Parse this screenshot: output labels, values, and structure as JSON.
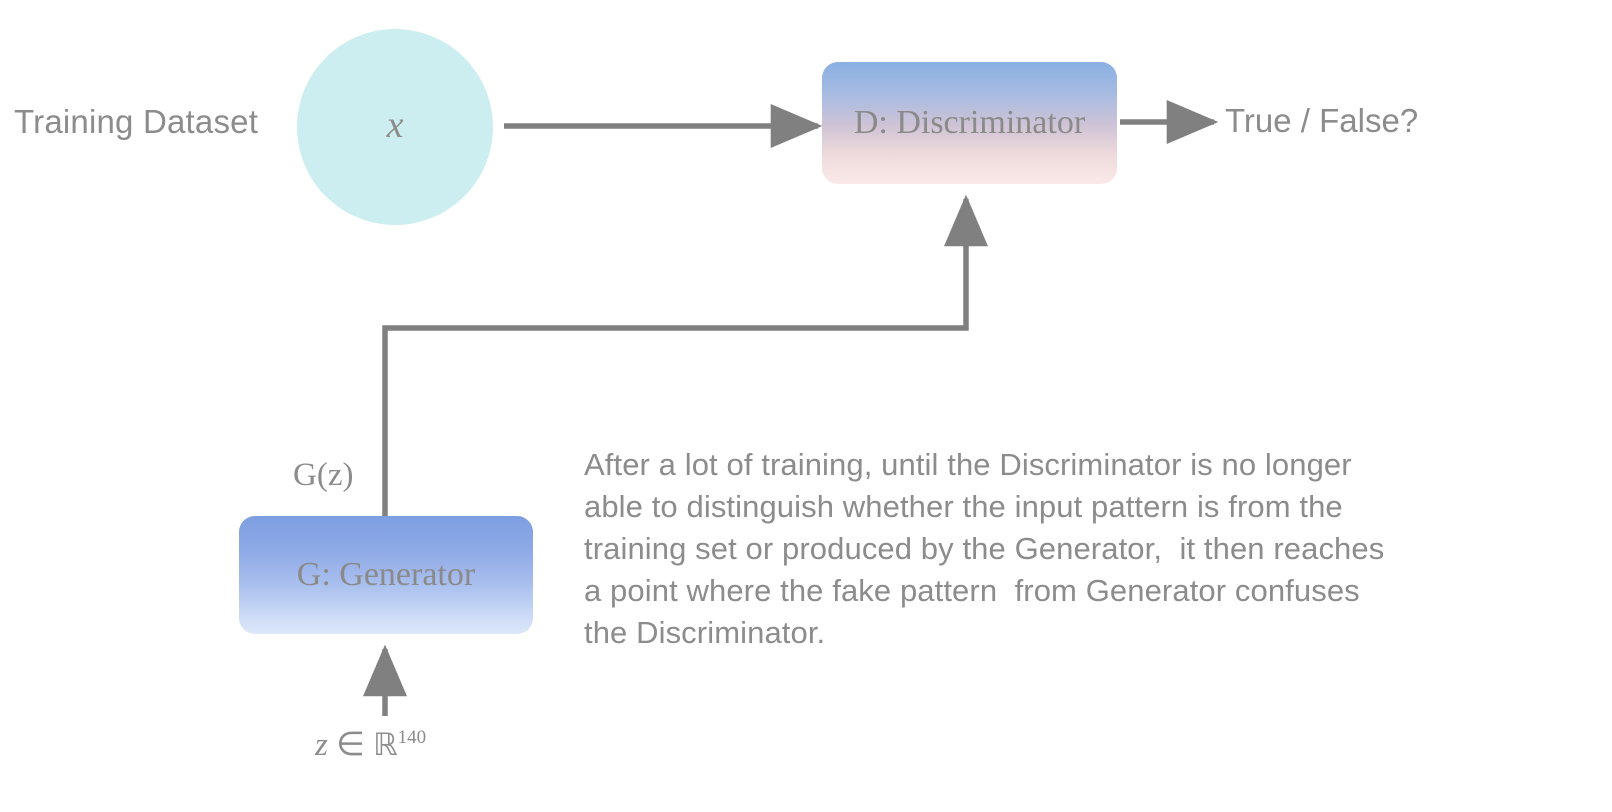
{
  "diagram": {
    "title": "GAN architecture diagram",
    "background_color": "#ffffff",
    "stroke_color": "#808080",
    "text_color": "#8c8c8c"
  },
  "labels": {
    "training_dataset": "Training Dataset",
    "true_false": "True / False?",
    "edge_gz": "G(z)",
    "latent_z_prefix": "z",
    "latent_z_member": " ∈ ",
    "latent_z_set": "ℝ",
    "latent_z_dim": "140"
  },
  "nodes": {
    "x_circle": {
      "symbol": "x",
      "fill": "#cdeef0",
      "shape": "circle"
    },
    "discriminator": {
      "label": "D: Discriminator",
      "gradient_top": "#8aafe3",
      "gradient_bottom": "#fbe9ea",
      "shape": "rounded-rect"
    },
    "generator": {
      "label": "G: Generator",
      "gradient_top": "#7c9ee1",
      "gradient_bottom": "#dde7fa",
      "shape": "rounded-rect"
    }
  },
  "edges": [
    {
      "name": "x-to-discriminator",
      "from": "x_circle",
      "to": "discriminator",
      "style": "straight-arrow"
    },
    {
      "name": "discriminator-to-output",
      "from": "discriminator",
      "to": "true_false",
      "style": "straight-arrow"
    },
    {
      "name": "generator-to-discriminator",
      "from": "generator",
      "to": "discriminator",
      "style": "elbow-arrow",
      "label": "G(z)"
    },
    {
      "name": "z-to-generator",
      "from": "latent_z",
      "to": "generator",
      "style": "straight-arrow"
    }
  ],
  "paragraph": {
    "lines": [
      "After a lot of training, until the Discriminator is no longer",
      "able to distinguish whether the input pattern is from the",
      "training set or produced by the Generator,  it then reaches",
      "a point where the fake pattern  from Generator confuses",
      "the Discriminator."
    ],
    "full_text": "After a lot of training, until the Discriminator is no longer able to distinguish whether the input pattern is from the training set or produced by the Generator,  it then reaches a point where the fake pattern  from Generator confuses the Discriminator."
  }
}
